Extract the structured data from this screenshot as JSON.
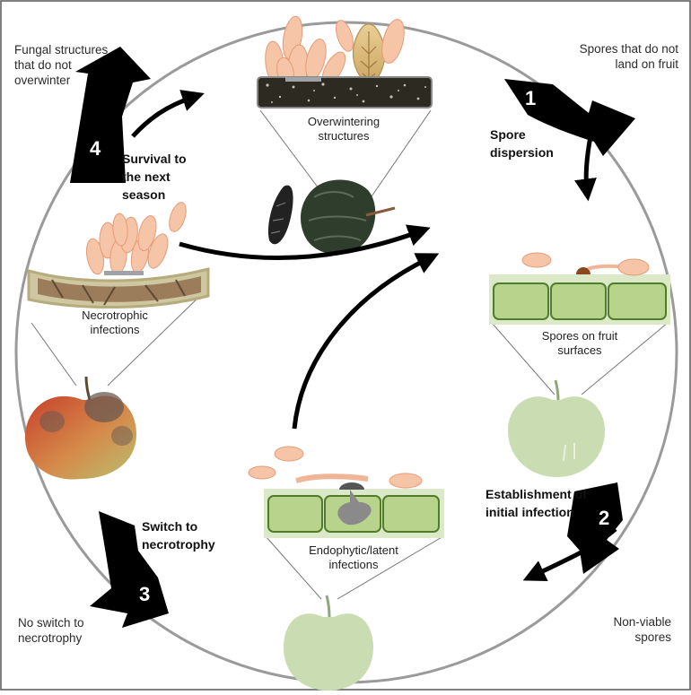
{
  "stages": [
    {
      "number": "1",
      "title": "Spore dispersion",
      "loss": "Spores that do not land on fruit"
    },
    {
      "number": "2",
      "title": "Establishment of initial infection",
      "loss": "Non-viable spores"
    },
    {
      "number": "3",
      "title": "Switch to necrotrophy",
      "loss": "No switch to necrotrophy"
    },
    {
      "number": "4",
      "title": "Survival to the next season",
      "loss": "Fungal structures that do not overwinter"
    }
  ],
  "states": {
    "overwintering": "Overwintering structures",
    "spores_on_fruit": "Spores on fruit surfaces",
    "latent": "Endophytic/latent infections",
    "necrotrophic": "Necrotrophic infections"
  },
  "colors": {
    "spore": "#f6c4a6",
    "spore_outline": "#e59c78",
    "arrow": "#000000",
    "cell_fill": "#b8d48c",
    "cell_border": "#4f7d2a",
    "green_apple": "#c9dcb2",
    "bark": "#2d2a22",
    "necrotic_tissue": "#9b7d5c",
    "latent_hyphae": "#8a8a8a",
    "circle_outline": "#9a9a9a"
  }
}
